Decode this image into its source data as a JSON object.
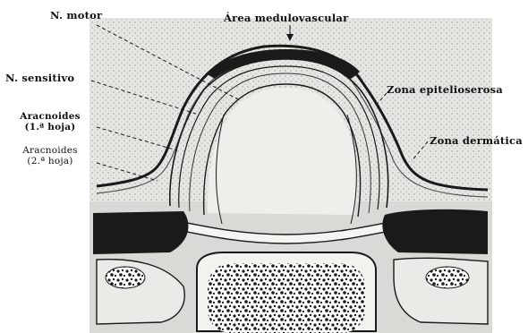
{
  "labels": {
    "n_motor": "N. motor",
    "area_medulovascular": "Área medulovascular",
    "n_sensitivo": "N. sensitivo",
    "zona_epitelioserosa": "Zona epitelioserosa",
    "aracnoides_1_name": "Aracnoides",
    "aracnoides_1_sub": "(1.ª hoja)",
    "zona_dermatica": "Zona dermática",
    "aracnoides_2_name": "Aracnoides",
    "aracnoides_2_sub": "(2.ª hoja)"
  },
  "colors": {
    "ink": "#1a1a1a",
    "paper": "#f2f2ef",
    "mid_gray": "#bdbdb8"
  }
}
